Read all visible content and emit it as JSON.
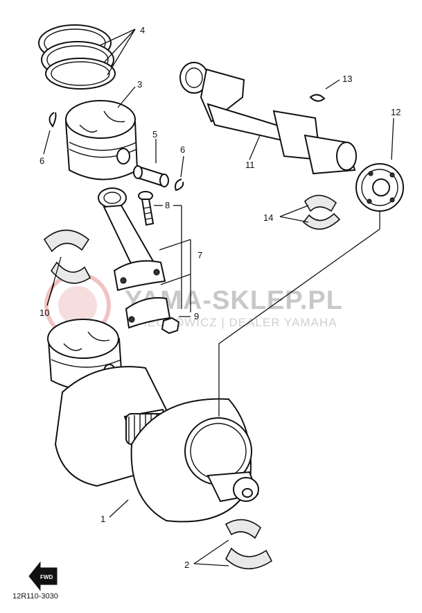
{
  "callouts": {
    "c1": "1",
    "c2": "2",
    "c3": "3",
    "c4": "4",
    "c5": "5",
    "c6a": "6",
    "c6b": "6",
    "c7": "7",
    "c8": "8",
    "c9": "9",
    "c10": "10",
    "c11": "11",
    "c12": "12",
    "c13": "13",
    "c14": "14"
  },
  "watermark": {
    "main": "YAMA-SKLEP.PL",
    "sub": "PIECHOWICZ | DEALER YAMAHA"
  },
  "fwd_label": "FWD",
  "diagram_code": "12R110-3030"
}
